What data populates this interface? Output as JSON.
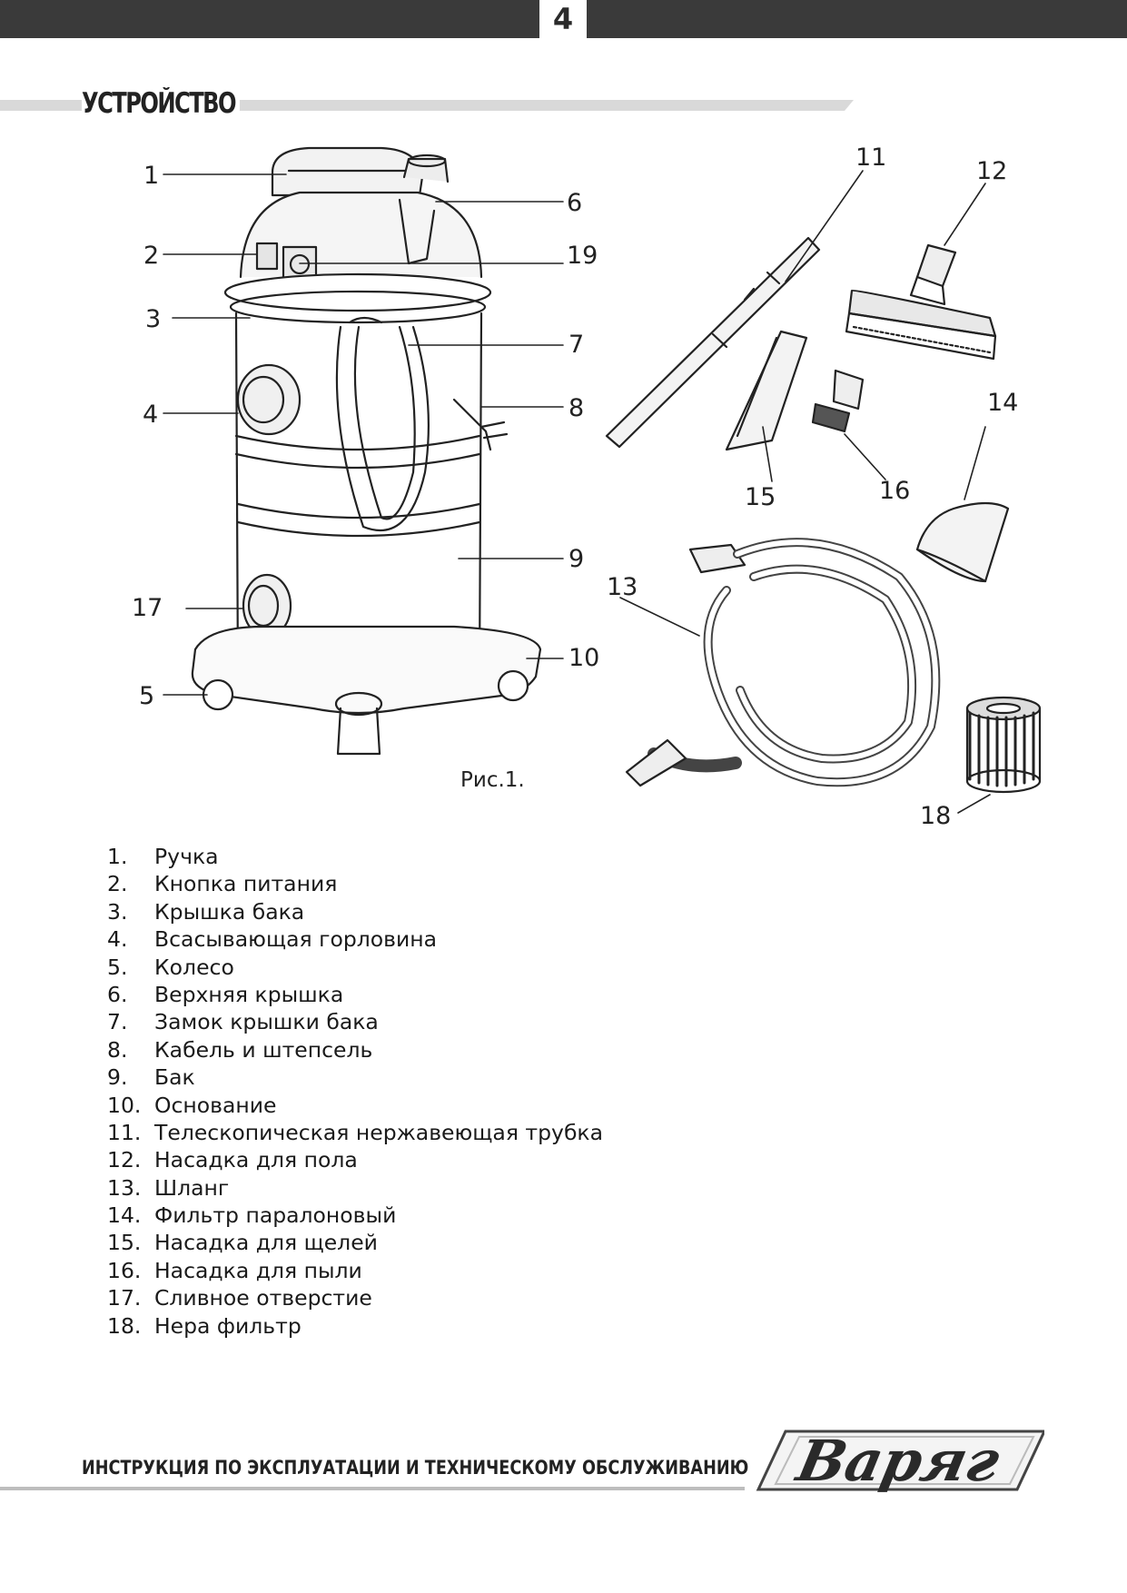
{
  "header": {
    "page_number": "4"
  },
  "section": {
    "title": "УСТРОЙСТВО"
  },
  "figure": {
    "caption": "Рис.1.",
    "callouts": [
      "1",
      "2",
      "3",
      "4",
      "5",
      "6",
      "7",
      "8",
      "9",
      "10",
      "11",
      "12",
      "13",
      "14",
      "15",
      "16",
      "17",
      "18",
      "19"
    ]
  },
  "parts": [
    {
      "num": "1.",
      "label": "Ручка"
    },
    {
      "num": "2.",
      "label": "Кнопка питания"
    },
    {
      "num": "3.",
      "label": "Крышка бака"
    },
    {
      "num": "4.",
      "label": "Всасывающая горловина"
    },
    {
      "num": "5.",
      "label": "Колесо"
    },
    {
      "num": "6.",
      "label": "Верхняя крышка"
    },
    {
      "num": "7.",
      "label": "Замок крышки бака"
    },
    {
      "num": "8.",
      "label": "Кабель и штепсель"
    },
    {
      "num": "9.",
      "label": "Бак"
    },
    {
      "num": "10.",
      "label": "Основание"
    },
    {
      "num": "11.",
      "label": "Телескопическая нержавеющая трубка"
    },
    {
      "num": "12.",
      "label": "Насадка для пола"
    },
    {
      "num": "13.",
      "label": "Шланг"
    },
    {
      "num": "14.",
      "label": "Фильтр паралоновый"
    },
    {
      "num": "15.",
      "label": "Насадка для щелей"
    },
    {
      "num": "16.",
      "label": "Насадка для пыли"
    },
    {
      "num": "17.",
      "label": "Сливное отверстие"
    },
    {
      "num": "18.",
      "label": "Нера фильтр"
    }
  ],
  "footer": {
    "text": "ИНСТРУКЦИЯ ПО ЭКСПЛУАТАЦИИ И ТЕХНИЧЕСКОМУ ОБСЛУЖИВАНИЮ",
    "brand": "Варяг"
  },
  "colors": {
    "bar": "#3a3a3a",
    "stripe": "#d9d9d9",
    "ink": "#222222",
    "footer_line": "#bdbdbd"
  }
}
